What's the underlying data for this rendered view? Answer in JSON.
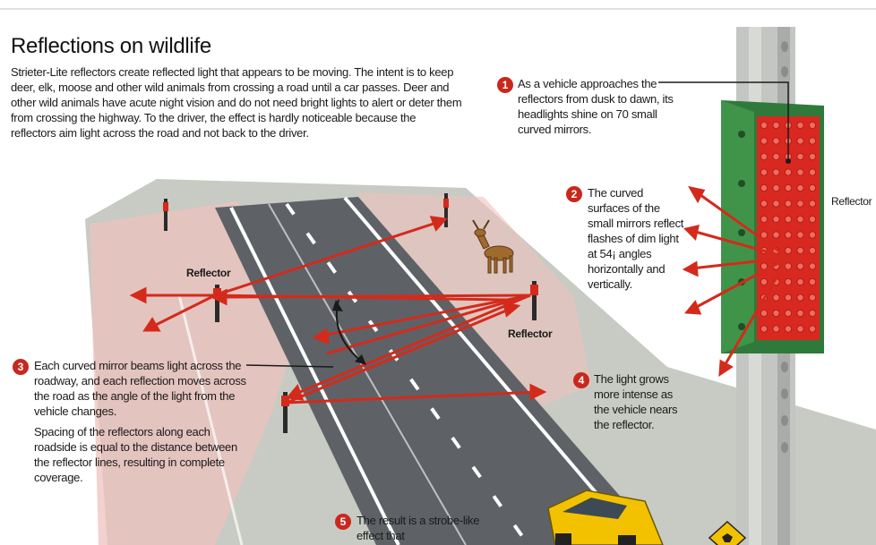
{
  "header": {
    "title": "Reflections on wildlife",
    "intro": "Strieter-Lite reflectors create reflected light that appears to be moving. The intent is to keep deer, elk, moose and other wild animals from crossing a road until a car passes. Deer and other wild animals have acute night vision and do not need bright lights to alert or deter them from crossing the highway. To the driver, the effect is hardly noticeable because the reflectors aim light across the road and not back to the driver."
  },
  "labels": {
    "reflector_left": "Reflector",
    "reflector_right": "Reflector",
    "reflector_sign": "Reflector"
  },
  "callouts": [
    {
      "number": "1",
      "text": "As a vehicle approaches the reflectors from dusk to dawn, its headlights shine on 70 small curved mirrors."
    },
    {
      "number": "2",
      "text": "The curved surfaces of the small mirrors reflect flashes of dim light at 54¡ angles horizontally and vertically."
    },
    {
      "number": "3",
      "text": "Each curved mirror beams light across the roadway, and each reflection moves across the road as the angle of the light from the vehicle changes.",
      "text2": "Spacing of the reflectors along each roadside is equal to the distance between the reflector lines, resulting in complete coverage."
    },
    {
      "number": "4",
      "text": "The light grows more intense as the vehicle nears the reflector."
    },
    {
      "number": "5",
      "text": "The result is a strobe-like effect that"
    }
  ],
  "colors": {
    "beam": "#d42a1c",
    "road": "#5e6266",
    "grass": "#c9ccc4",
    "reflector_face": "#d8281f",
    "reflector_frame": "#2f7a3a",
    "post": "#c3c6c2",
    "vehicle": "#f2c200",
    "badge": "#c8281e"
  }
}
